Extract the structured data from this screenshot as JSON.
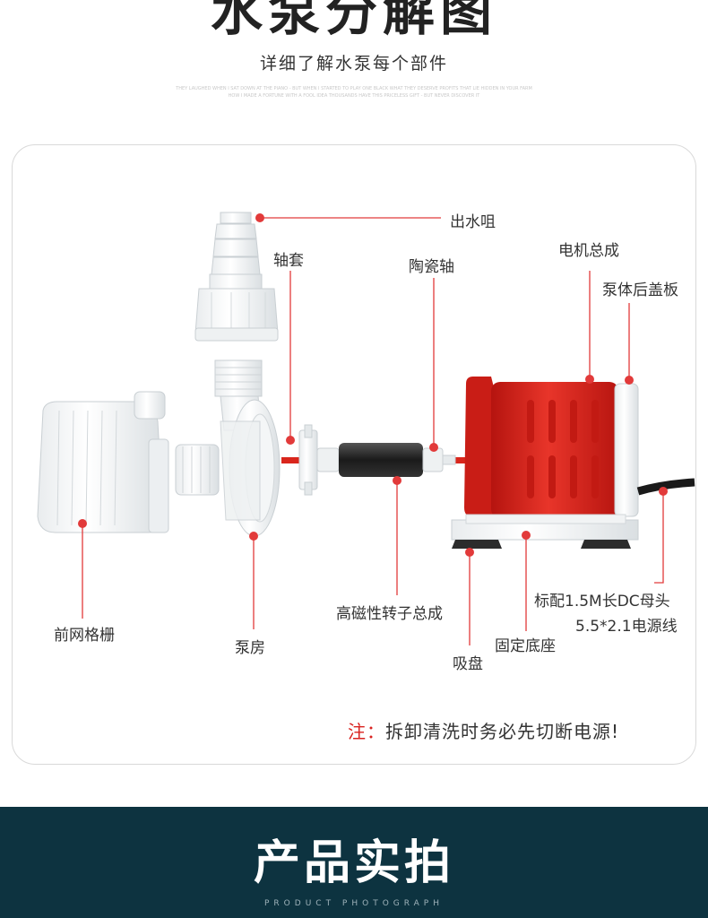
{
  "header": {
    "title": "水泵分解图",
    "subtitle": "详细了解水泵每个部件",
    "tiny_line1": "THEY LAUGHED WHEN I SAT DOWN AT THE PIANO - BUT WHEN I STARTED TO PLAY ONE BLACK WHAT THEY DESERVE PROFITS THAT LIE HIDDEN IN YOUR FARM",
    "tiny_line2": "HOW I MADE A FORTUNE WITH A FOOL IDEA THOUSANDS HAVE THIS PRICELESS GIFT - BUT NEVER DISCOVER IT"
  },
  "labels": {
    "outlet_nozzle": "出水咀",
    "shaft_sleeve": "轴套",
    "ceramic_shaft": "陶瓷轴",
    "motor_assembly": "电机总成",
    "rear_cover": "泵体后盖板",
    "front_grille": "前网格栅",
    "pump_housing": "泵房",
    "magnetic_rotor": "高磁性转子总成",
    "suction_cup": "吸盘",
    "fixed_base": "固定底座",
    "power_cable_line1": "标配1.5M长DC母头",
    "power_cable_line2": "5.5*2.1电源线"
  },
  "notice": {
    "prefix": "注：",
    "text": "拆卸清洗时务必先切断电源!"
  },
  "footer": {
    "title": "产品实拍",
    "subtitle": "PRODUCT PHOTOGRAPH"
  },
  "colors": {
    "accent_red": "#d9221f",
    "pump_red": "#d9261c",
    "band_dark": "#0d3340",
    "leader_line": "#e23a3a"
  }
}
